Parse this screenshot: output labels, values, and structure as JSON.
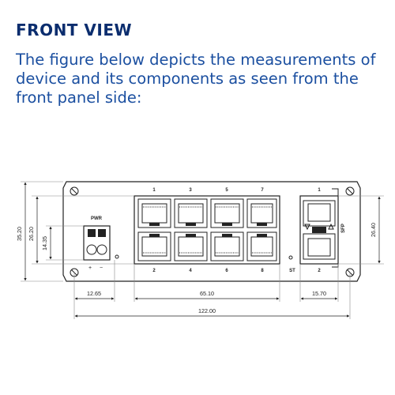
{
  "header": {
    "title": "FRONT VIEW",
    "description": "The figure below depicts the measurements of device and its components as seen from the front panel side:"
  },
  "drawing": {
    "labels": {
      "pwr": "PWR",
      "plus": "+",
      "minus": "−",
      "st": "ST",
      "sfp": "SFP"
    },
    "port_numbers_top": [
      "1",
      "3",
      "5",
      "7"
    ],
    "port_numbers_bottom": [
      "2",
      "4",
      "6",
      "8"
    ],
    "sfp_numbers": [
      "1",
      "2"
    ],
    "dimensions": {
      "height_total": "35.20",
      "height_body": "26.20",
      "height_connector": "14.35",
      "sfp_height": "26.40",
      "pwr_width": "12.65",
      "ports_width": "65.10",
      "sfp_width": "15.70",
      "total_width": "122.00"
    }
  },
  "colors": {
    "heading": "#0b2d6e",
    "text": "#1b4fa0",
    "line": "#222222"
  }
}
